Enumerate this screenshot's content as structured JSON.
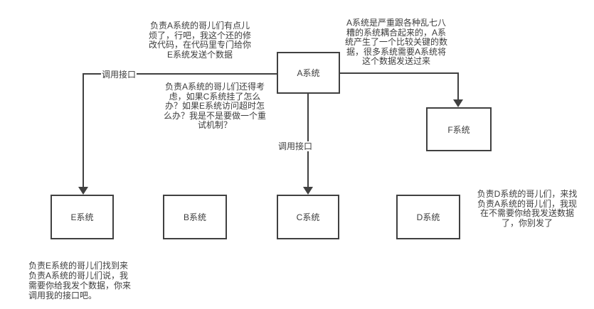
{
  "diagram": {
    "background": "#ffffff",
    "stroke_color": "#404040",
    "text_color": "#3d3d3d",
    "boxes": [
      {
        "id": "A",
        "label": "A系统"
      },
      {
        "id": "F",
        "label": "F系统"
      },
      {
        "id": "E",
        "label": "E系统"
      },
      {
        "id": "B",
        "label": "B系统"
      },
      {
        "id": "C",
        "label": "C系统"
      },
      {
        "id": "D",
        "label": "D系统"
      }
    ],
    "edge_labels": {
      "a_to_e": "调用接口",
      "a_to_c": "调用接口"
    },
    "notes": {
      "a_modify_code": "负责A系统的哥儿们有点儿\n烦了，行吧，我这个还的修\n改代码，在代码里专门给你\nE系统发送个数据",
      "a_coupling": "A系统是严重跟各种乱七八\n糟的系统耦合起来的，A系\n统产生了一个比较关键的数\n据，很多系统需要A系统将\n这个数据发送过来",
      "a_retry": "负责A系统的哥儿们还得考\n虑，如果C系统挂了怎么\n办？如果E系统访问超时怎\n么办？我是不是要做一个重\n试机制？",
      "d_no_need": "负责D系统的哥儿们，来找\n负责A系统的哥儿们，我现\n在不需要你给我发送数据\n了，你别发了",
      "e_request": "负责E系统的哥儿们找到来\n负责A系统的哥儿们说，我\n需要你给我发个数据，你来\n调用我的接口吧。"
    }
  }
}
